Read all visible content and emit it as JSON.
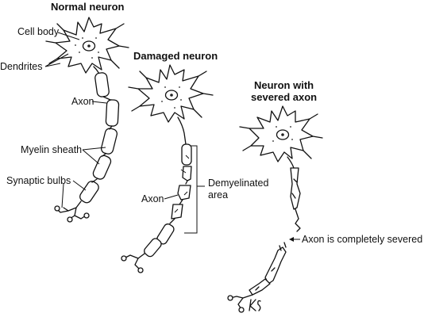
{
  "titles": {
    "normal": "Normal neuron",
    "damaged": "Damaged neuron",
    "severed": "Neuron with\nsevered axon"
  },
  "labels": {
    "cell_body": "Cell body",
    "dendrites": "Dendrites",
    "axon_normal": "Axon",
    "myelin_sheath": "Myelin sheath",
    "synaptic_bulbs": "Synaptic bulbs",
    "demyelinated": "Demyelinated\narea",
    "axon_damaged": "Axon",
    "severed_note": "Axon is completely severed"
  },
  "signature": "KS",
  "colors": {
    "ink": "#111111",
    "background": "#ffffff"
  }
}
